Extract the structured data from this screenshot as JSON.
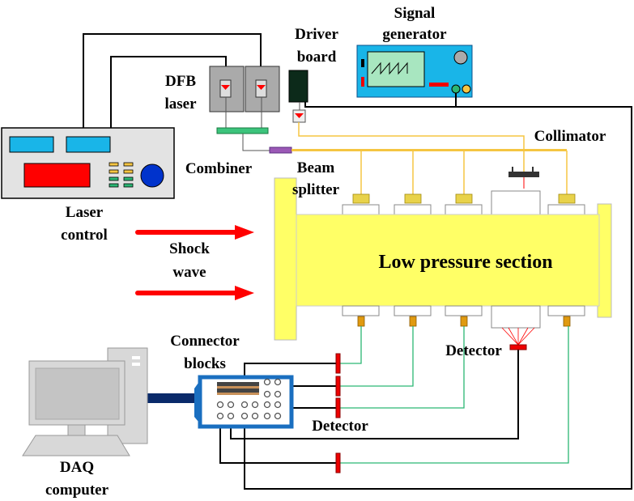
{
  "labels": {
    "signal_generator": [
      "Signal",
      "generator"
    ],
    "driver_board": [
      "Driver",
      "board"
    ],
    "dfb_laser": [
      "DFB",
      "laser"
    ],
    "combiner": "Combiner",
    "beam_splitter": [
      "Beam",
      "splitter"
    ],
    "collimator": "Collimator",
    "laser_control": [
      "Laser",
      "control"
    ],
    "shock_wave": [
      "Shock",
      "wave"
    ],
    "low_pressure_section": "Low pressure section",
    "connector_blocks": [
      "Connector",
      "blocks"
    ],
    "detector_right": "Detector",
    "detector_left": "Detector",
    "daq_computer": [
      "DAQ",
      "computer"
    ]
  },
  "colors": {
    "tube": "#ffff66",
    "fiber": "#f5c542",
    "signal_wire": "#2bb673",
    "shock_arrow": "#ff0000",
    "signal_generator": "#19b5e8",
    "combiner": "#3cc47c",
    "beam_splitter": "#9b59b6",
    "connector_block": "#1a6fc0"
  }
}
